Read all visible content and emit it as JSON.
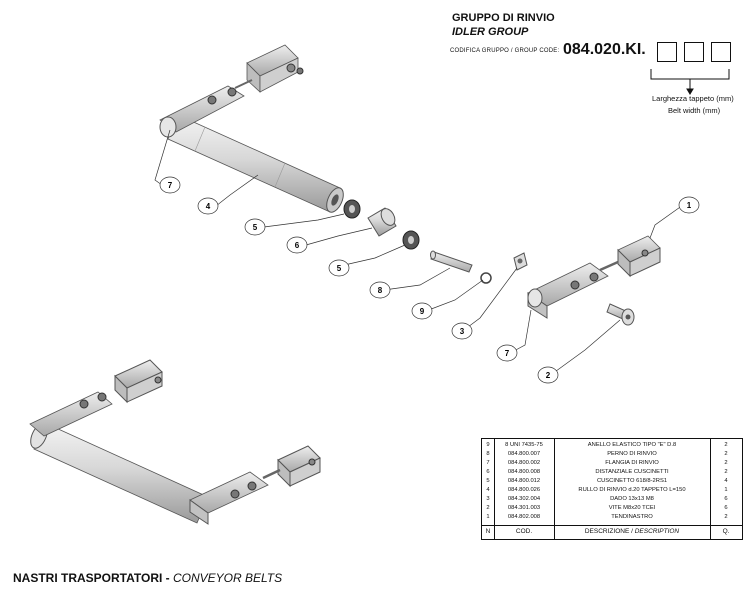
{
  "header": {
    "title": "GRUPPO DI RINVIO",
    "subtitle": "IDLER GROUP",
    "code_label": "CODIFICA GRUPPO / GROUP CODE:",
    "code_value": "084.020.KI.",
    "belt_width_it": "Larghezza tappeto (mm)",
    "belt_width_en": "Belt width (mm)"
  },
  "callouts": [
    "1",
    "2",
    "3",
    "4",
    "5",
    "5",
    "6",
    "7",
    "7",
    "8",
    "9"
  ],
  "parts_table": {
    "rows": [
      {
        "n": "9",
        "code": "8 UNI 7435-75",
        "desc": "ANELLO ELASTICO TIPO \"E\" D.8",
        "qty": "2"
      },
      {
        "n": "8",
        "code": "084.800.007",
        "desc": "PERNO DI RINVIO",
        "qty": "2"
      },
      {
        "n": "7",
        "code": "084.800.002",
        "desc": "FLANGIA DI RINVIO",
        "qty": "2"
      },
      {
        "n": "6",
        "code": "084.800.008",
        "desc": "DISTANZIALE CUSCINETTI",
        "qty": "2"
      },
      {
        "n": "5",
        "code": "084.800.012",
        "desc": "CUSCINETTO 618/8-2RS1",
        "qty": "4"
      },
      {
        "n": "4",
        "code": "084.800.026",
        "desc": "RULLO DI RINVIO d.20 TAPPETO L=150",
        "qty": "1"
      },
      {
        "n": "3",
        "code": "084.302.004",
        "desc": "DADO 13x13 M8",
        "qty": "6"
      },
      {
        "n": "2",
        "code": "084.301.003",
        "desc": "VITE M8x20 TCEI",
        "qty": "6"
      },
      {
        "n": "1",
        "code": "084.802.008",
        "desc": "TENDINASTRO",
        "qty": "2"
      }
    ],
    "header": {
      "n": "N",
      "code": "COD.",
      "desc_it": "DESCRIZIONE / ",
      "desc_en": "DESCRIPTION",
      "qty": "Q."
    }
  },
  "footer": {
    "it": "NASTRI TRASPORTATORI - ",
    "en": "CONVEYOR BELTS"
  }
}
